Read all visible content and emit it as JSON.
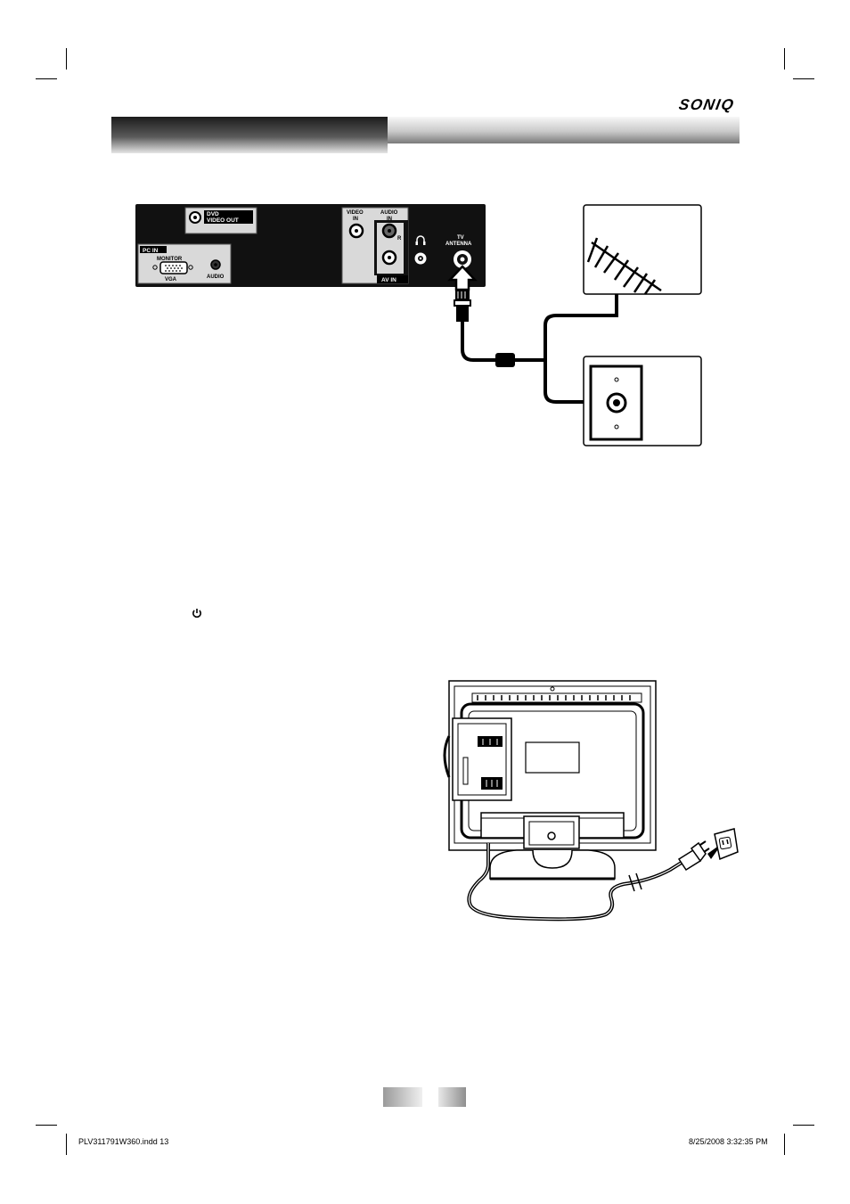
{
  "header": {
    "brand": "SONIQ"
  },
  "rear_panel": {
    "dvd_label_line1": "DVD",
    "dvd_label_line2": "VIDEO OUT",
    "pc_in_label": "PC IN",
    "monitor_label": "MONITOR",
    "vga_label": "VGA",
    "audio_label": "AUDIO",
    "video_in_line1": "VIDEO",
    "video_in_line2": "IN",
    "audio_in_line1": "AUDIO",
    "audio_in_line2": "IN",
    "audio_r_label": "R",
    "av_in_label": "AV IN",
    "tv_antenna_line1": "TV",
    "tv_antenna_line2": "ANTENNA"
  },
  "power_icon": "power-icon",
  "footer": {
    "file_info": "PLV311791W360.indd   13",
    "timestamp": "8/25/2008   3:32:35 PM"
  }
}
